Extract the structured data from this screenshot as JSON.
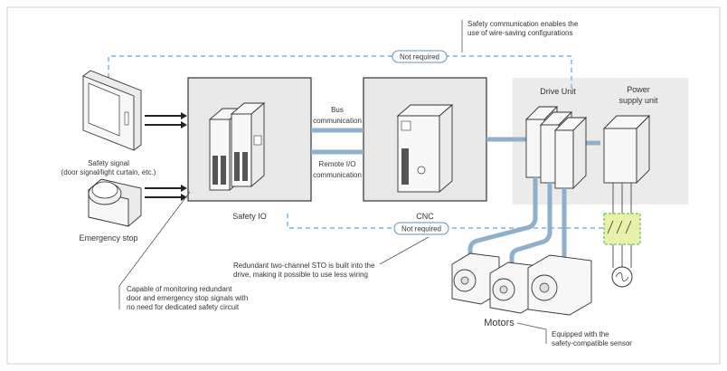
{
  "labels": {
    "top_note_line1": "Safety communication enables the",
    "top_note_line2": "use of wire-saving configurations",
    "not_required_top": "Not required",
    "not_required_bottom": "Not required",
    "drive_unit": "Drive Unit",
    "power_supply_line1": "Power",
    "power_supply_line2": "supply unit",
    "bus_comm_line1": "Bus",
    "bus_comm_line2": "communication",
    "remote_io_line1": "Remote I/O",
    "remote_io_line2": "communication",
    "safety_signal_line1": "Safety signal",
    "safety_signal_line2": "(door signal/light curtain, etc.)",
    "safety_io": "Safety IO",
    "cnc": "CNC",
    "emergency_stop": "Emergency stop",
    "sto_note_line1": "Redundant two-channel STO is built into the",
    "sto_note_line2": "drive, making it possible to use less wiring",
    "monitor_note_line1": "Capable of monitoring redundant",
    "monitor_note_line2": "door and emergency stop signals with",
    "monitor_note_line3": "no need for dedicated safety circuit",
    "motors": "Motors",
    "sensor_note_line1": "Equipped with the",
    "sensor_note_line2": "safety-compatible sensor"
  },
  "colors": {
    "dashed_link": "#9cc6e6",
    "bus_line": "#8fb0cc",
    "unit_background": "#e8e8e8",
    "breaker_fill": "#e9f0a8",
    "breaker_stroke": "#4caf50"
  }
}
